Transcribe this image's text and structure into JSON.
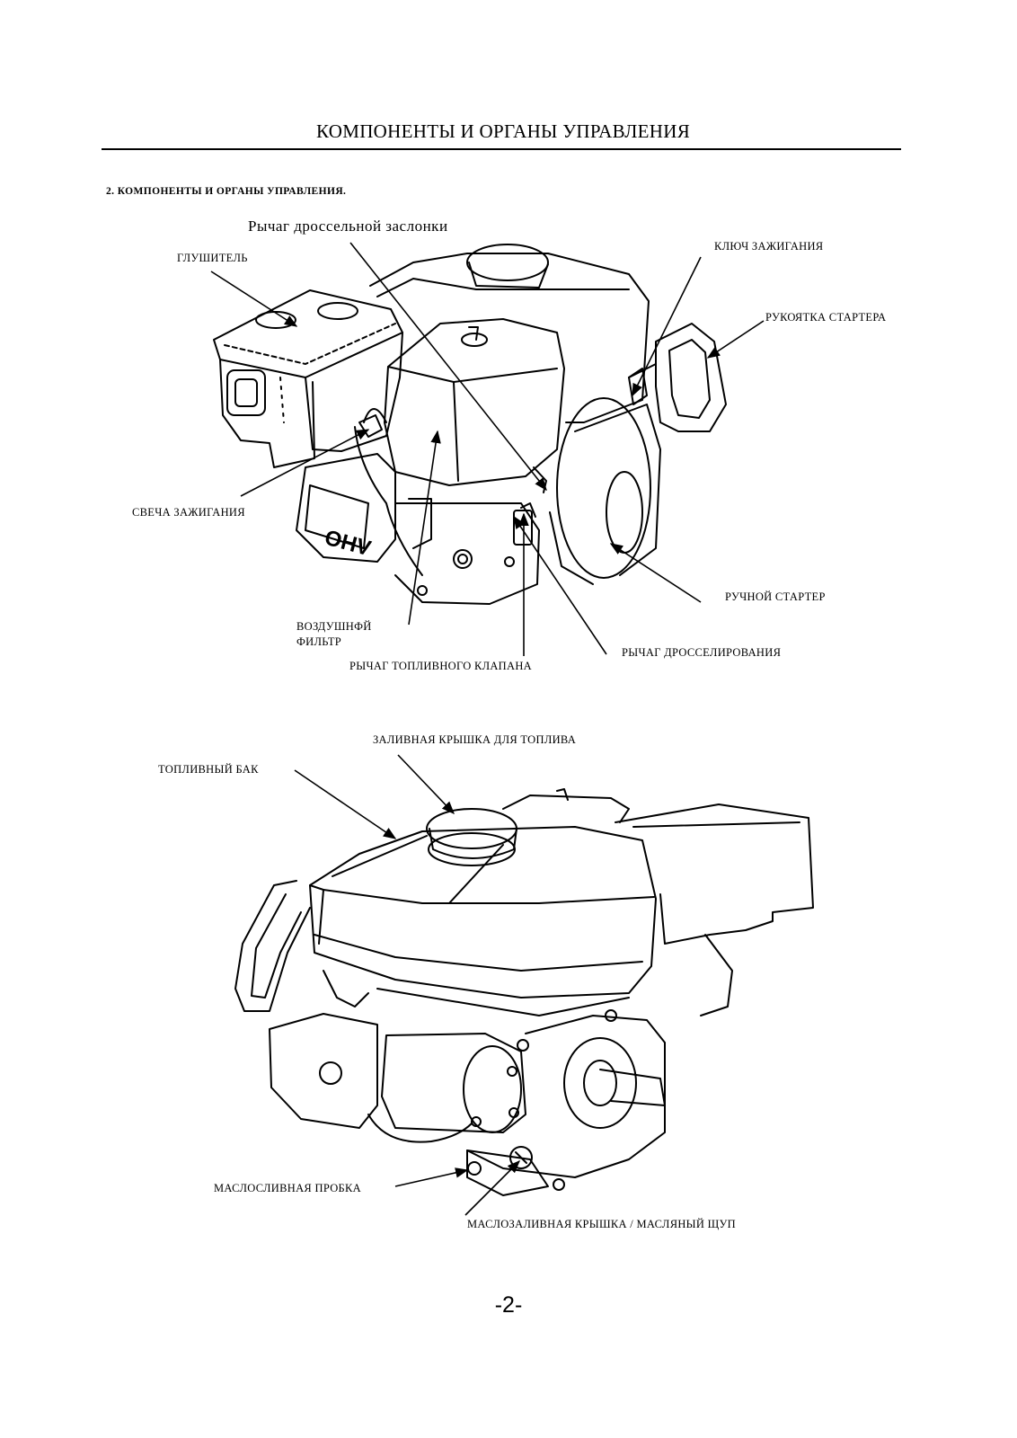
{
  "page": {
    "title": "КОМПОНЕНТЫ И ОРГАНЫ УПРАВЛЕНИЯ",
    "section_heading": "2. КОМПОНЕНТЫ И ОРГАНЫ УПРАВЛЕНИЯ.",
    "page_number": "-2-"
  },
  "figure_top": {
    "labels": {
      "throttle_flap_lever": "Рычаг дроссельной заслонки",
      "muffler": "ГЛУШИТЕЛЬ",
      "ignition_key": "КЛЮЧ ЗАЖИГАНИЯ",
      "starter_handle": "РУКОЯТКА СТАРТЕРА",
      "spark_plug": "СВЕЧА ЗАЖИГАНИЯ",
      "recoil_starter": "РУЧНОЙ СТАРТЕР",
      "air_filter_line1": "ВОЗДУШНФЙ",
      "air_filter_line2": "ФИЛЬТР",
      "throttle_lever": "РЫЧАГ ДРОССЕЛИРОВАНИЯ",
      "fuel_valve_lever": "РЫЧАГ ТОПЛИВНОГО КЛАПАНА"
    }
  },
  "figure_bottom": {
    "labels": {
      "fuel_filler_cap": "ЗАЛИВНАЯ КРЫШКА ДЛЯ ТОПЛИВА",
      "fuel_tank": "ТОПЛИВНЫЙ БАК",
      "oil_drain_plug": "МАСЛОСЛИВНАЯ ПРОБКА",
      "oil_filler_cap": "МАСЛОЗАЛИВНАЯ КРЫШКА / МАСЛЯНЫЙ ЩУП"
    }
  }
}
